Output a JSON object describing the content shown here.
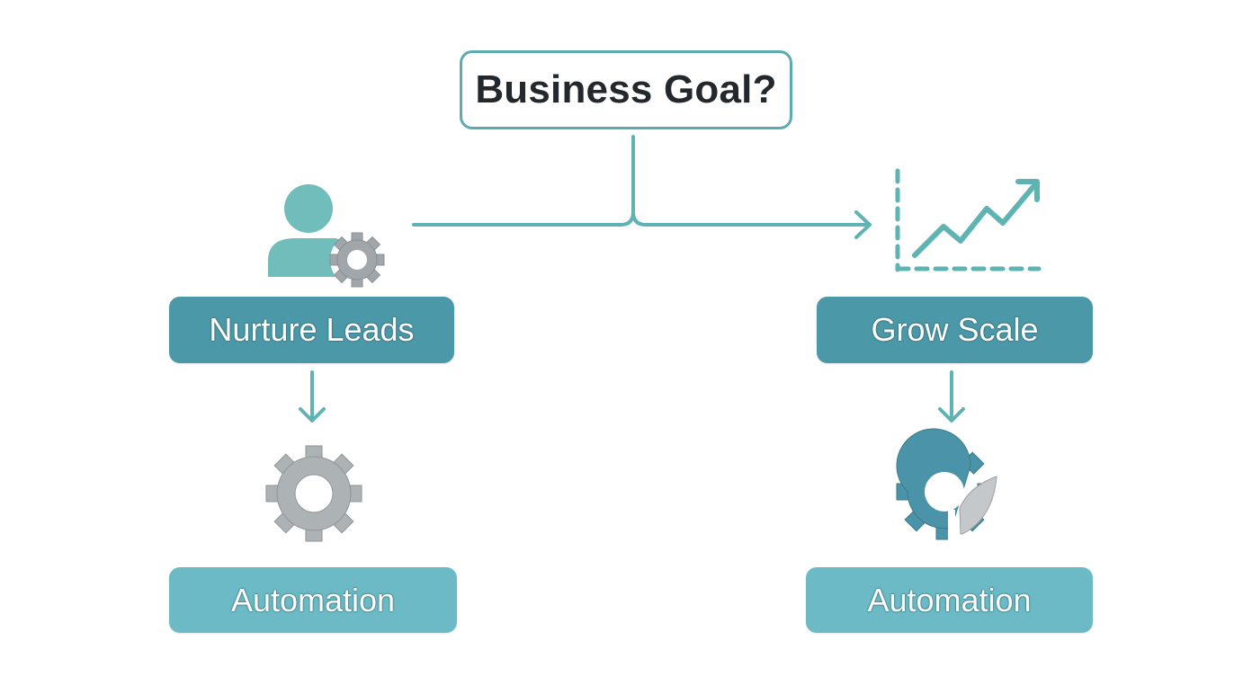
{
  "diagram": {
    "root": {
      "label": "Business Goal?"
    },
    "branches": [
      {
        "label": "Nurture Leads",
        "icon": "user-gear-icon",
        "child": {
          "label": "Automation",
          "icon": "gear-icon"
        }
      },
      {
        "label": "Grow Scale",
        "icon": "growth-chart-icon",
        "child": {
          "label": "Automation",
          "icon": "gear-progress-icon"
        }
      }
    ]
  },
  "colors": {
    "connector": "#5fb3b3",
    "node_dark": "#4b98a8",
    "node_light": "#6bbac6",
    "root_border": "#5fa9b0",
    "gear_gray": "#a9afb3",
    "gear_teal": "#4b93a8",
    "person_teal": "#71bdbb"
  }
}
